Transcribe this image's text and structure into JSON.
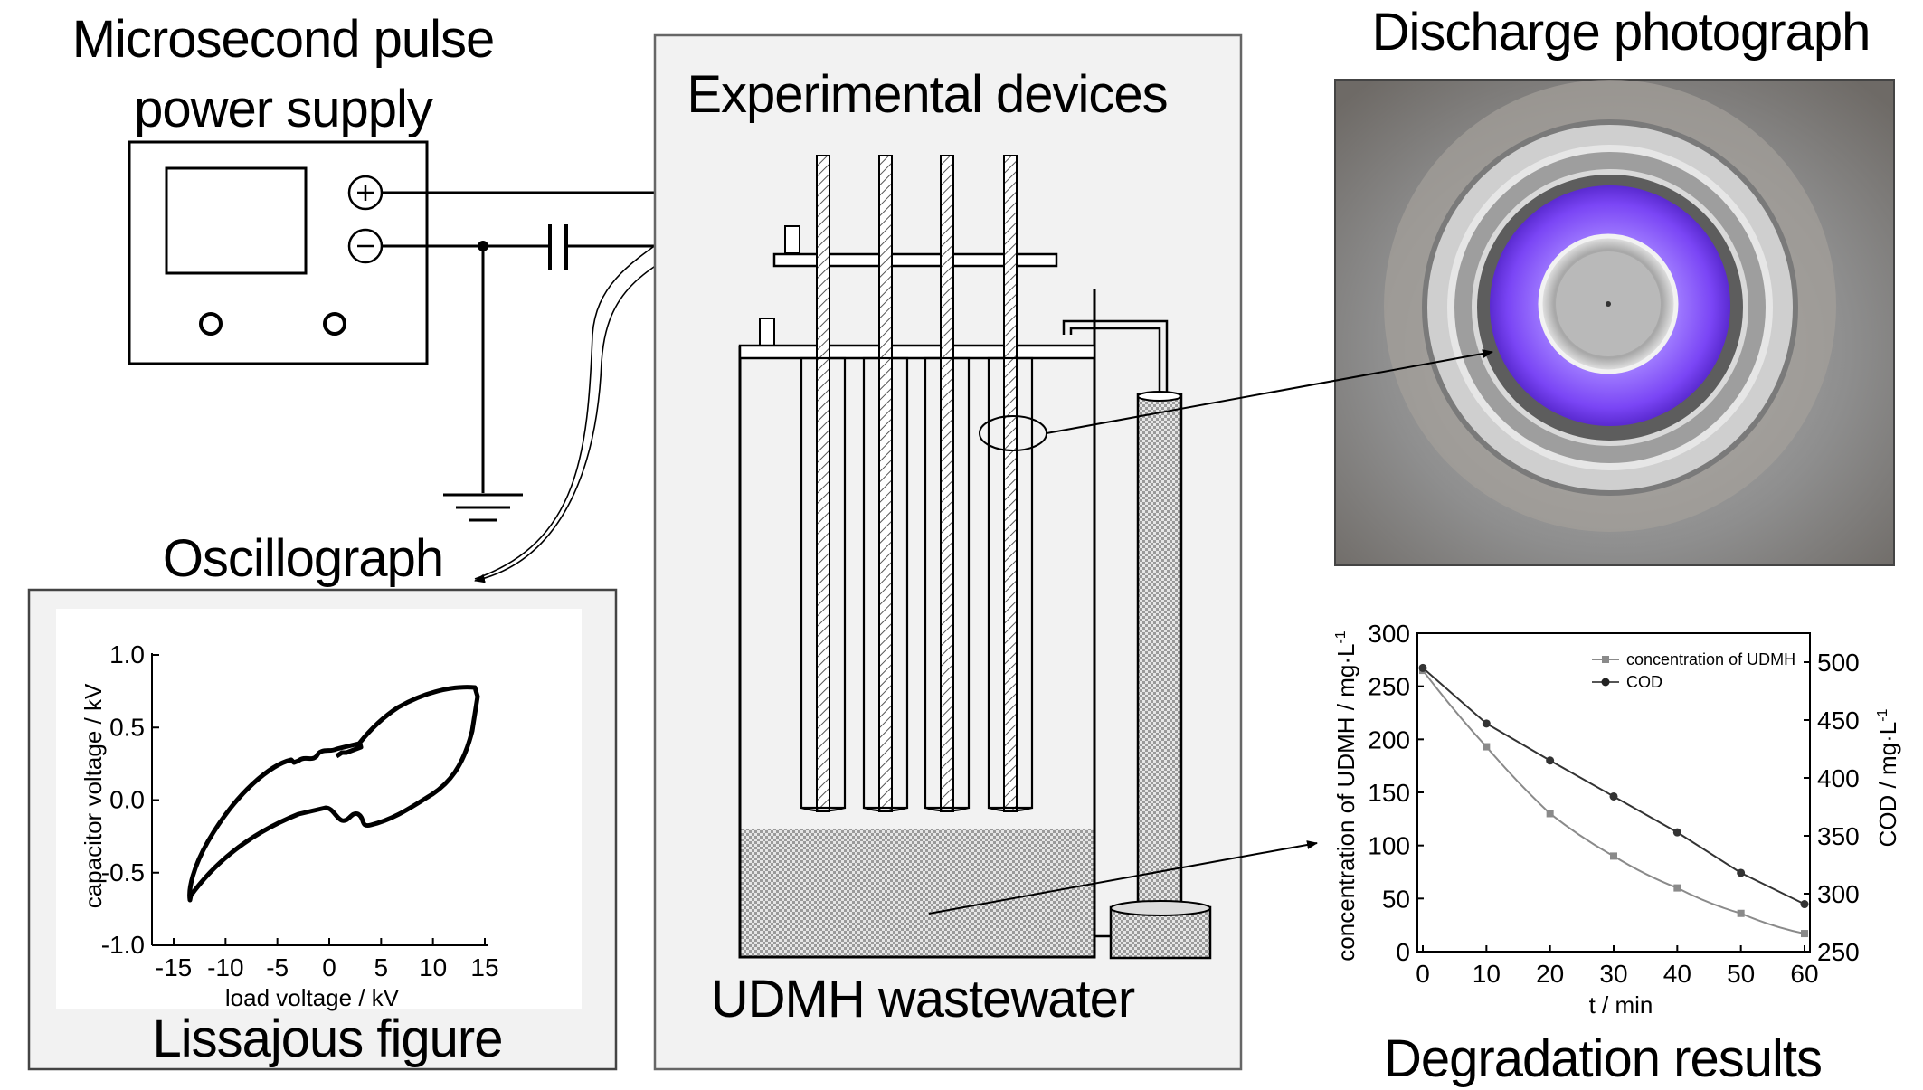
{
  "labels": {
    "power_supply": [
      "Microsecond pulse",
      "power supply"
    ],
    "experimental_devices": "Experimental devices",
    "discharge_photograph": "Discharge photograph",
    "oscillograph": "Oscillograph",
    "lissajous_figure": "Lissajous figure",
    "udmh_wastewater": "UDMH wastewater",
    "degradation_results": "Degradation results"
  },
  "lissajous": {
    "xlabel": "load voltage / kV",
    "ylabel": "capacitor voltage / kV",
    "xticks": [
      "-15",
      "-10",
      "-5",
      "0",
      "5",
      "10",
      "15"
    ],
    "yticks": [
      "1.0",
      "0.5",
      "0.0",
      "-0.5",
      "-1.0"
    ]
  },
  "chart_data": {
    "type": "line",
    "xlabel": "t / min",
    "ylabel": "concentration of UDMH / mg·L",
    "ylabel_sup": "-1",
    "y2label": "COD / mg·L",
    "y2label_sup": "-1",
    "xlim": [
      0,
      60
    ],
    "ylim": [
      0,
      300
    ],
    "y2lim": [
      250,
      525
    ],
    "xticks": [
      "0",
      "10",
      "20",
      "30",
      "40",
      "50",
      "60"
    ],
    "yticks": [
      "0",
      "50",
      "100",
      "150",
      "200",
      "250",
      "300"
    ],
    "y2ticks": [
      "250",
      "300",
      "350",
      "400",
      "450",
      "500"
    ],
    "x": [
      0,
      10,
      20,
      30,
      40,
      50,
      60
    ],
    "series": [
      {
        "name": "concentration of UDMH",
        "axis": "left",
        "marker": "square",
        "color": "#8a8a8a",
        "values": [
          265,
          193,
          130,
          90,
          60,
          36,
          17
        ]
      },
      {
        "name": "COD",
        "axis": "right",
        "marker": "circle",
        "color": "#333333",
        "values": [
          495,
          447,
          415,
          384,
          353,
          318,
          291
        ]
      }
    ],
    "legend": "top-right"
  },
  "colors": {
    "panel_bg": "#f2f2f2",
    "panel_border": "#666666",
    "discharge_glow": "#8a5cff",
    "photo_bg": "#8c8c8c"
  }
}
